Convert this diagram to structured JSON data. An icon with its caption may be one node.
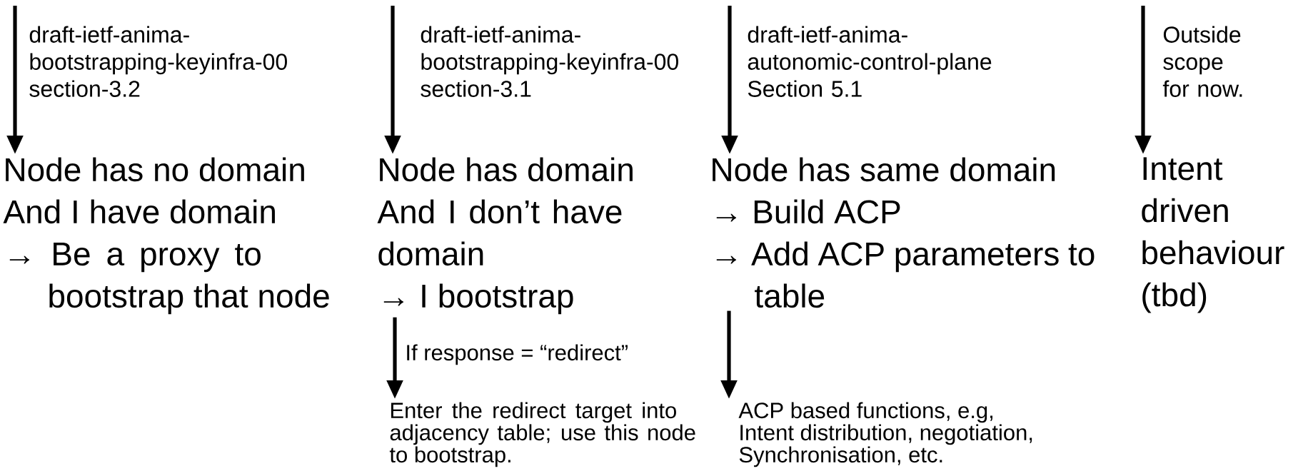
{
  "diagram": {
    "nodes": [
      {
        "text": [
          "Node has no domain",
          "And I have domain",
          "→ Be a proxy to bootstrap that node"
        ]
      },
      {
        "text": [
          "Node has domain",
          "And I don’t have domain",
          "→ I bootstrap"
        ]
      },
      {
        "text": [
          "Node has same domain",
          "→ Build ACP",
          "→ Add ACP parameters to table"
        ]
      },
      {
        "text": [
          "Intent driven behaviour (tbd)"
        ]
      },
      {
        "text": [
          "Enter the redirect target into adjacency table; use this node to bootstrap."
        ]
      },
      {
        "text": [
          "ACP based functions, e.g,",
          "Intent distribution, negotiation,",
          "Synchronisation, etc."
        ]
      }
    ],
    "edges": [
      {
        "from": null,
        "to": 0,
        "arrow": "to",
        "label": "draft-ietf-anima-bootstrapping-keyinfra-00 section-3.2"
      },
      {
        "from": null,
        "to": 1,
        "arrow": "to",
        "label": "draft-ietf-anima-bootstrapping-keyinfra-00 section-3.1"
      },
      {
        "from": null,
        "to": 2,
        "arrow": "to",
        "label": "draft-ietf-anima-autonomic-control-plane Section 5.1"
      },
      {
        "from": null,
        "to": 3,
        "arrow": "to",
        "label": "Outside scope for now."
      },
      {
        "from": 1,
        "to": 4,
        "arrow": "to",
        "label": "If response = “redirect”"
      },
      {
        "from": 2,
        "to": 5,
        "arrow": "to"
      }
    ]
  }
}
